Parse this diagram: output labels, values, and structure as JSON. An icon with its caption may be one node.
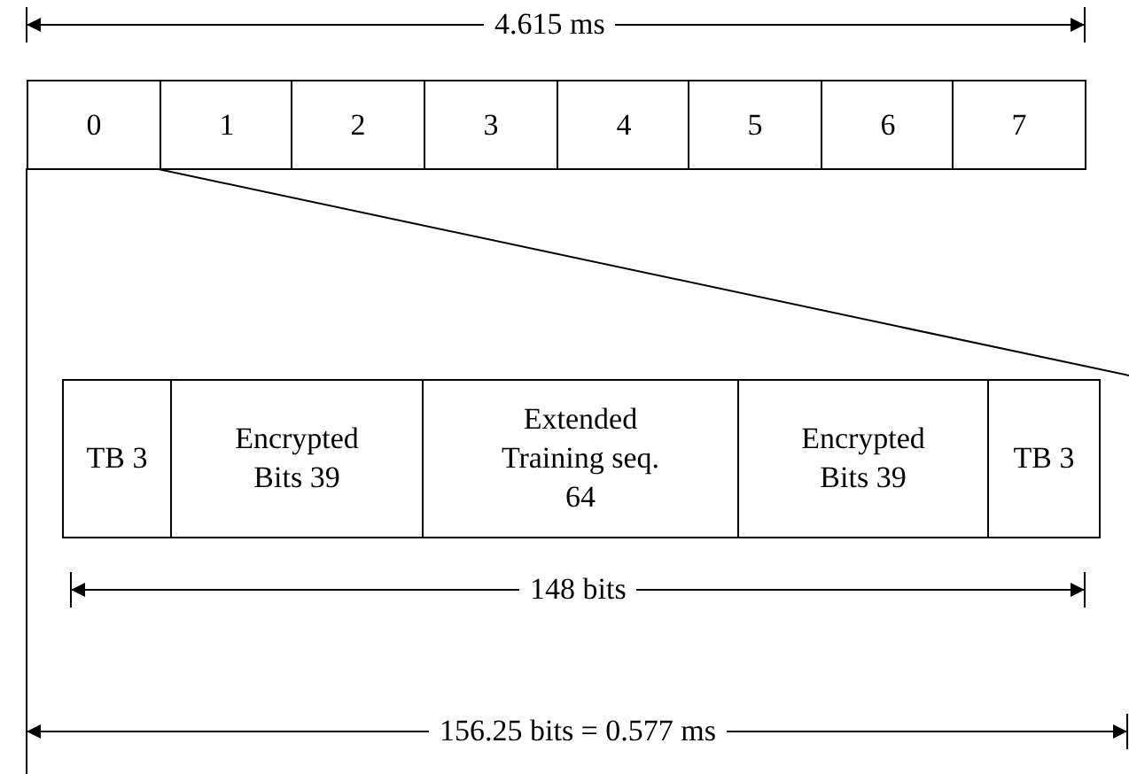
{
  "diagram": {
    "nodes": [
      {
        "text": [
          "0"
        ]
      },
      {
        "text": [
          "1"
        ]
      },
      {
        "text": [
          "2"
        ]
      },
      {
        "text": [
          "3"
        ]
      },
      {
        "text": [
          "4"
        ]
      },
      {
        "text": [
          "5"
        ]
      },
      {
        "text": [
          "6"
        ]
      },
      {
        "text": [
          "7"
        ]
      },
      {
        "text": [
          "TB 3"
        ]
      },
      {
        "text": [
          "Encrypted Bits   39"
        ]
      },
      {
        "text": [
          "Extended Training seq. 64"
        ]
      },
      {
        "text": [
          "Encrypted Bits   39"
        ]
      },
      {
        "text": [
          "TB 3"
        ]
      }
    ],
    "labels": [
      "4.615 ms",
      "148 bits",
      "156.25 bits = 0.577 ms"
    ]
  }
}
